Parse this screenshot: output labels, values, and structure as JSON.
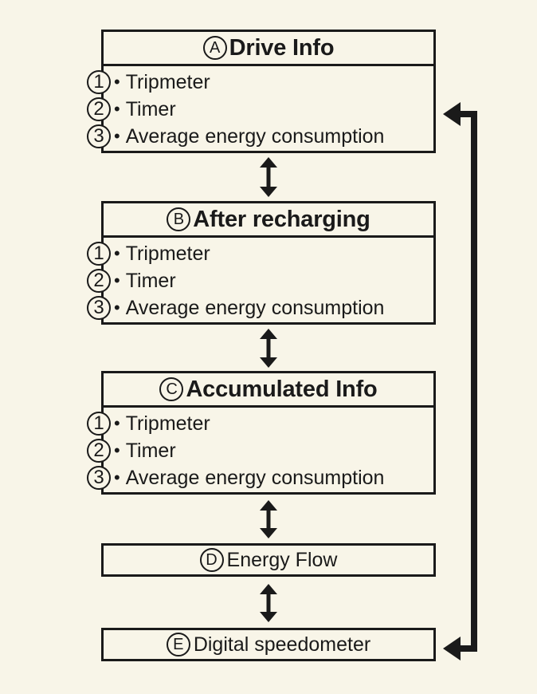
{
  "sections": [
    {
      "letter": "A",
      "title": "Drive Info",
      "items": [
        {
          "num": "1",
          "label": "Tripmeter"
        },
        {
          "num": "2",
          "label": "Timer"
        },
        {
          "num": "3",
          "label": "Average energy consumption"
        }
      ]
    },
    {
      "letter": "B",
      "title": "After recharging",
      "items": [
        {
          "num": "1",
          "label": "Tripmeter"
        },
        {
          "num": "2",
          "label": "Timer"
        },
        {
          "num": "3",
          "label": "Average energy consumption"
        }
      ]
    },
    {
      "letter": "C",
      "title": "Accumulated Info",
      "items": [
        {
          "num": "1",
          "label": "Tripmeter"
        },
        {
          "num": "2",
          "label": "Timer"
        },
        {
          "num": "3",
          "label": "Average energy consumption"
        }
      ]
    }
  ],
  "energy_flow": {
    "letter": "D",
    "label": "Energy Flow"
  },
  "speedometer": {
    "letter": "E",
    "label": "Digital speedometer"
  },
  "bullet": "•",
  "colors": {
    "background": "#f8f5e8",
    "ink": "#1a1a1a"
  }
}
